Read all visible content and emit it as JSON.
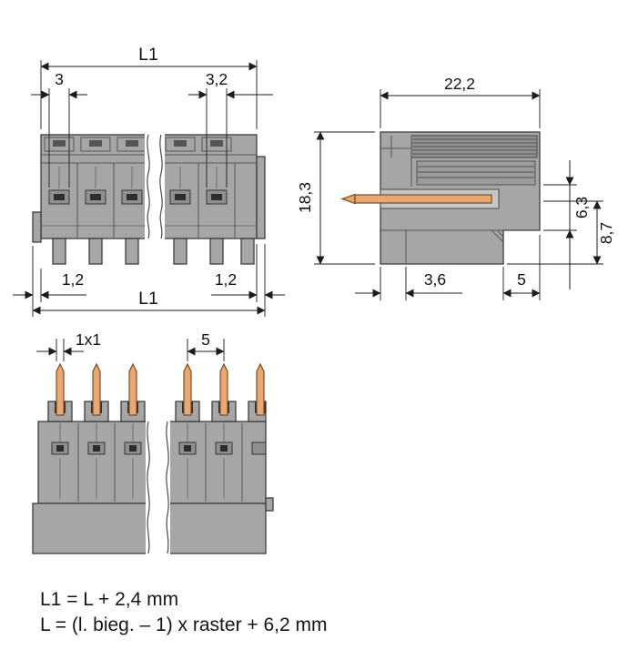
{
  "drawing": {
    "front_view": {
      "l1_top": "L1",
      "dim3": "3",
      "dim3_2": "3,2",
      "dim1_2_left": "1,2",
      "dim1_2_right": "1,2",
      "l1_bottom": "L1"
    },
    "side_view": {
      "width": "22,2",
      "height": "18,3",
      "pin_level": "6,3",
      "lower_height": "8,7",
      "foot": "3,6",
      "step": "5"
    },
    "pin_view": {
      "pin_size": "1x1",
      "pitch": "5"
    },
    "formulas": {
      "line1": "L1 = L + 2,4 mm",
      "line2": "L = (l. bieg. – 1) x raster + 6,2 mm"
    },
    "colors": {
      "body_gray": "#a6a6a6",
      "detail_gray": "#575757",
      "pin_orange": "#e8a873",
      "line_black": "#1c1c1c"
    }
  }
}
